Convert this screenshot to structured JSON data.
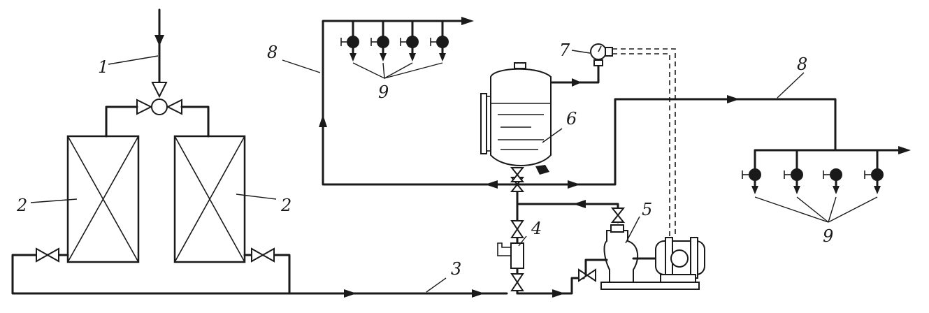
{
  "labels": {
    "water_inlet": "1",
    "softener_left": "2",
    "softener_right": "2",
    "main_line": "3",
    "ejector": "4",
    "pump": "5",
    "tank": "6",
    "pressure_switch": "7",
    "supply_left": "8",
    "supply_right": "8",
    "consumers_left": "9",
    "consumers_right": "9"
  },
  "colors": {
    "ink": "#1a1a1a",
    "background": "#ffffff"
  }
}
